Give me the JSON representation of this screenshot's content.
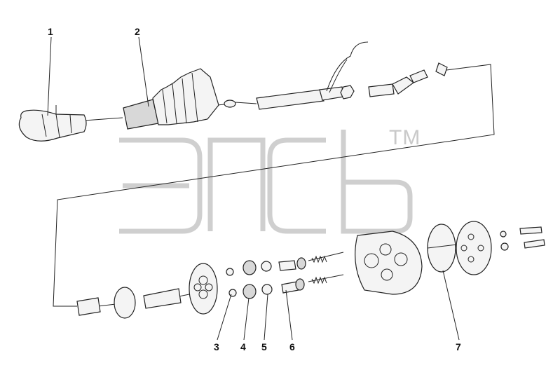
{
  "diagram": {
    "watermark": {
      "logo_text": "эпсь",
      "trademark": "TM"
    },
    "callouts": [
      {
        "id": "1",
        "label": "1"
      },
      {
        "id": "2",
        "label": "2"
      },
      {
        "id": "3",
        "label": "3"
      },
      {
        "id": "4",
        "label": "4"
      },
      {
        "id": "5",
        "label": "5"
      },
      {
        "id": "6",
        "label": "6"
      },
      {
        "id": "7",
        "label": "7"
      }
    ],
    "colors": {
      "line": "#222222",
      "part_fill": "#f4f4f4",
      "watermark": "#cfcfcf"
    }
  }
}
